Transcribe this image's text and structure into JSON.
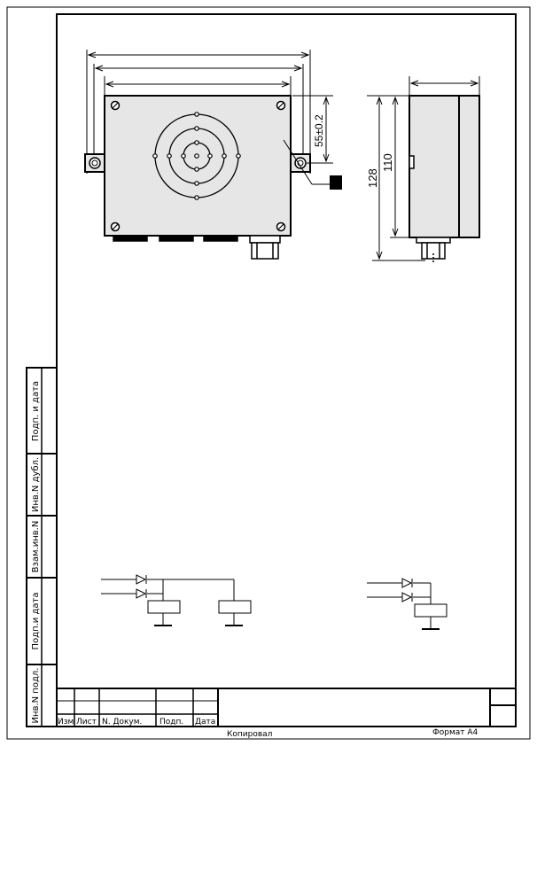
{
  "dimensions": {
    "tolerance_label": "55±0.2",
    "depth_label": "128",
    "height_label": "110"
  },
  "side_stamp": {
    "cells": [
      "Подп. и дата",
      "Инв.N дубл.",
      "Взам.инв.N",
      "Подп.и дата",
      "Инв.N подл."
    ]
  },
  "title_block": {
    "columns": [
      "Изм",
      "Лист",
      "N. Докум.",
      "Подп.",
      "Дата"
    ],
    "copied_label": "Копировал",
    "format_label": "Формат А4"
  },
  "colors": {
    "line": "#000000",
    "background": "#ffffff",
    "body_fill": "#e6e6e6"
  }
}
